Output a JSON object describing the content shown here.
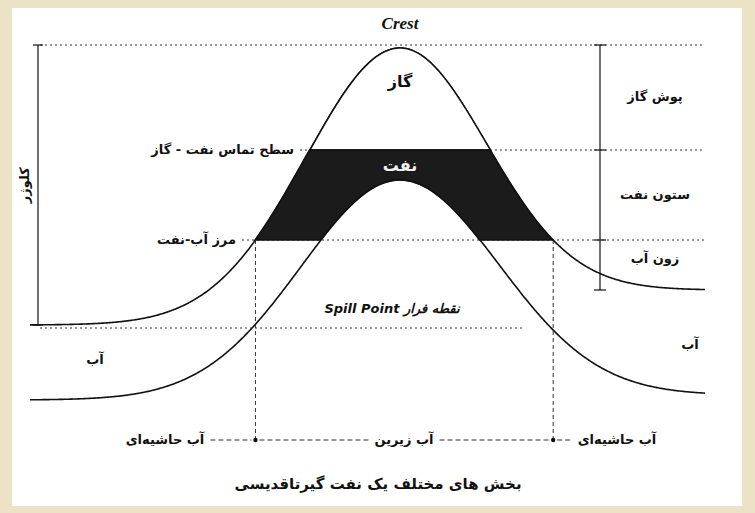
{
  "diagram": {
    "caption": "بخش های مختلف یک نفت گیرتاقدیسی",
    "nodes": [
      {
        "text": [
          "گاز"
        ]
      },
      {
        "text": [
          "نفت"
        ]
      }
    ],
    "labels": [
      "Crest",
      "سطح تماس نفت - گاز",
      "مرز آب-نفت",
      "آب",
      "Spill Point نقطه فرار",
      "پوش گاز",
      "ستون نفت",
      "زون آب",
      "آب",
      "کلوژر",
      "آب حاشیه‌ای",
      "آب زیرین",
      "آب حاشیه‌ای"
    ]
  }
}
